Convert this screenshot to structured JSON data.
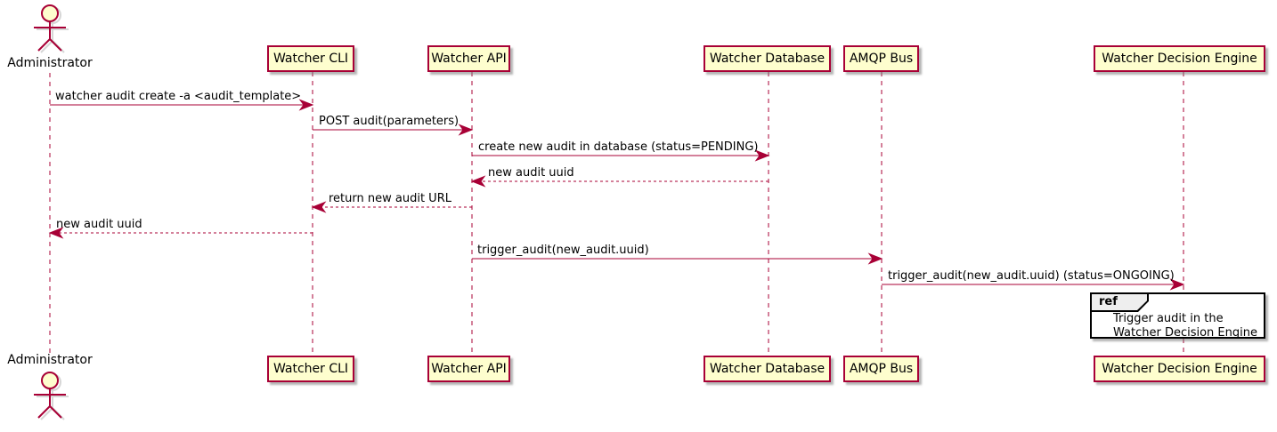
{
  "diagram": {
    "type": "uml-sequence",
    "colors": {
      "participant_fill": "#FEFECE",
      "participant_border": "#A80036",
      "line": "#A80036",
      "text": "#000000",
      "ref_tab_fill": "#EEEEEE",
      "ref_border": "#000000",
      "background": "#ffffff"
    }
  },
  "actor": {
    "name": "Administrator"
  },
  "participants": [
    {
      "name": "Watcher CLI"
    },
    {
      "name": "Watcher API"
    },
    {
      "name": "Watcher Database"
    },
    {
      "name": "AMQP Bus"
    },
    {
      "name": "Watcher Decision Engine"
    }
  ],
  "messages": [
    {
      "label": "watcher audit create -a <audit_template>",
      "from": "Administrator",
      "to": "Watcher CLI",
      "style": "solid"
    },
    {
      "label": "POST audit(parameters)",
      "from": "Watcher CLI",
      "to": "Watcher API",
      "style": "solid"
    },
    {
      "label": "create new audit in database (status=PENDING)",
      "from": "Watcher API",
      "to": "Watcher Database",
      "style": "solid"
    },
    {
      "label": "new audit uuid",
      "from": "Watcher Database",
      "to": "Watcher API",
      "style": "dashed"
    },
    {
      "label": "return new audit URL",
      "from": "Watcher API",
      "to": "Watcher CLI",
      "style": "dashed"
    },
    {
      "label": "new audit uuid",
      "from": "Watcher CLI",
      "to": "Administrator",
      "style": "dashed"
    },
    {
      "label": "trigger_audit(new_audit.uuid)",
      "from": "Watcher API",
      "to": "AMQP Bus",
      "style": "solid"
    },
    {
      "label": "trigger_audit(new_audit.uuid) (status=ONGOING)",
      "from": "AMQP Bus",
      "to": "Watcher Decision Engine",
      "style": "solid"
    }
  ],
  "ref": {
    "keyword": "ref",
    "lines": [
      "Trigger audit in the",
      "Watcher Decision Engine"
    ]
  }
}
